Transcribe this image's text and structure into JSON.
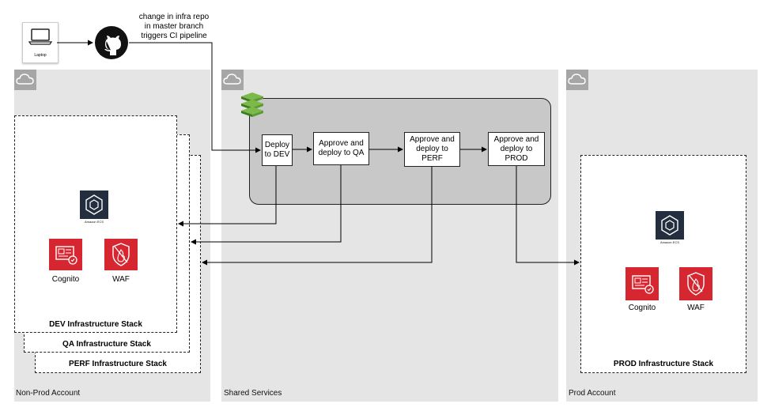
{
  "trigger": {
    "laptop_label": "Laptop",
    "note_line1": "change in infra repo",
    "note_line2": "in master branch",
    "note_line3": "triggers CI pipeline"
  },
  "accounts": {
    "nonprod": "Non-Prod Account",
    "shared": "Shared Services",
    "prod": "Prod Account"
  },
  "stacks": {
    "dev": "DEV Infrastructure Stack",
    "qa": "QA Infrastructure Stack",
    "perf": "PERF Infrastructure Stack",
    "prod": "PROD Infrastructure Stack"
  },
  "stages": {
    "dev_line1": "Deploy",
    "dev_line2": "to DEV",
    "qa_line1": "Approve and",
    "qa_line2": "deploy to QA",
    "perf_line1": "Approve and",
    "perf_line2": "deploy to",
    "perf_line3": "PERF",
    "prod_line1": "Approve and",
    "prod_line2": "deploy to",
    "prod_line3": "PROD"
  },
  "services": {
    "ecs": "Amazon ECS",
    "cognito": "Cognito",
    "waf": "WAF"
  },
  "colors": {
    "account_bg": "#e5e5e5",
    "pipeline_bg": "#c8c8c8",
    "aws_red": "#d6262f",
    "ecs_dark": "#232f3e",
    "pipeline_icon_green": "#5a9a2f"
  }
}
